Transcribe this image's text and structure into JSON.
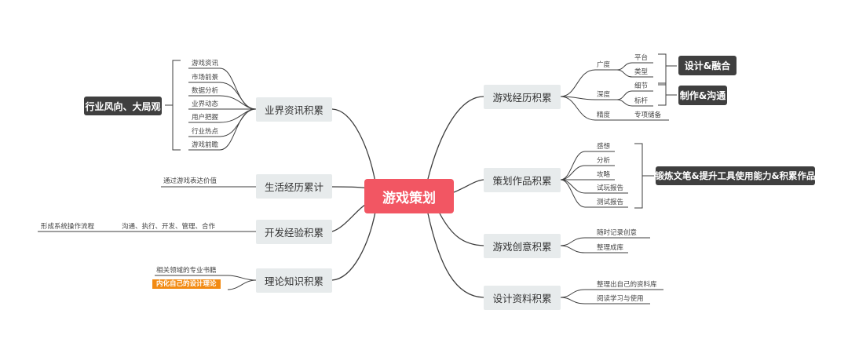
{
  "center": "游戏策划",
  "left": {
    "industry": {
      "title": "业界资讯积累",
      "items": [
        "游戏资讯",
        "市场前景",
        "数据分析",
        "业界动态",
        "用户把握",
        "行业热点",
        "游戏前瞻"
      ],
      "summary": "行业风向、大局观"
    },
    "life": {
      "title": "生活经历累计",
      "leaf": "通过游戏表达价值"
    },
    "dev": {
      "title": "开发经验积累",
      "leaf": "沟通、执行、开发、管理、合作",
      "leaf2": "形成系统操作流程"
    },
    "theory": {
      "title": "理论知识积累",
      "leaf": "相关领域的专业书籍",
      "highlight": "内化自己的设计理论"
    }
  },
  "right": {
    "experience": {
      "title": "游戏经历积累",
      "breadth": "广度",
      "breadth_items": [
        "平台",
        "类型"
      ],
      "depth": "深度",
      "depth_items": [
        "细节",
        "标杆"
      ],
      "precision": "精度",
      "precision_item": "专项储备",
      "tag1": "设计&融合",
      "tag2": "制作&沟通"
    },
    "works": {
      "title": "策划作品积累",
      "items": [
        "感想",
        "分析",
        "攻略",
        "试玩报告",
        "测试报告"
      ],
      "tag": "锻炼文笔&提升工具使用能力&积累作品"
    },
    "creative": {
      "title": "游戏创意积累",
      "items": [
        "随时记录创意",
        "整理成库"
      ]
    },
    "design": {
      "title": "设计资料积累",
      "items": [
        "整理出自己的资料库",
        "阅读学习与使用"
      ]
    }
  }
}
